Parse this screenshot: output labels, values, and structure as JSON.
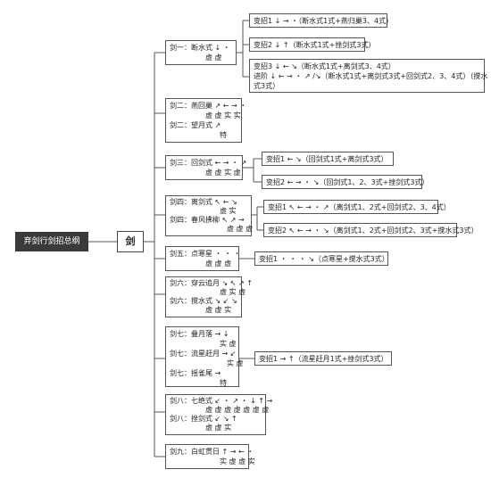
{
  "root": "弃剑行剑招总纲",
  "hub": "剑",
  "nodes": [
    {
      "lines": [
        "剑一：断水式 ↓ ・",
        "　　　　　虚 虚"
      ]
    },
    {
      "lines": [
        "变招1 ↓ → ・（断水式1式+燕归巢3、4式）"
      ]
    },
    {
      "lines": [
        "变招2 ↓ ↑（断水式1式+挫剑式3式）"
      ]
    },
    {
      "lines": [
        "变招3 ↓ ← ↘（断水式1式+离剑式3、4式）",
        "进阶 ↓ ← → ・ ↗ /↘（断水式1式+离剑式3式+回剑式2、3、4式）（搅水",
        "式3式）"
      ]
    },
    {
      "lines": [
        "剑二：燕回巢 ↗ ← → ・",
        "　　　　　虚 虚 实 实",
        "剑二：望月式 ↗",
        "　　　　　　　特"
      ]
    },
    {
      "lines": [
        "剑三：回剑式 ← → ・ ↗",
        "　　　　　虚 虚 实 虚"
      ]
    },
    {
      "lines": [
        "变招1 ← ↘（回剑式1式+离剑式3式）"
      ]
    },
    {
      "lines": [
        "变招2 ← → ・ ↘（回剑式1、2、3式+挫剑式3式）"
      ]
    },
    {
      "lines": [
        "剑四：离剑式 ↖ ← ↘",
        "　　　　　　　虚 实",
        "剑四：春风拂柳 ↖ ↗ →",
        "　　　　　　　　虚 虚 虚"
      ]
    },
    {
      "lines": [
        "变招1 ↖ ← → ・ ↗（离剑式1、2式+回剑式2、3、4式）"
      ]
    },
    {
      "lines": [
        "变招2 ↖ ← → ・ ↘（离剑式1、2式+回剑式2、3式+搅水式3式）"
      ]
    },
    {
      "lines": [
        "剑五：点寒星 ・ ・ ・",
        "　　　　　虚 虚 虚"
      ]
    },
    {
      "lines": [
        "变招1 ・ ・ ・ ↘（点寒星+搅水式3式）"
      ]
    },
    {
      "lines": [
        "剑六：穿云追月 ↘ ↖ ↗ ↑",
        "　　　　　　　虚 实 虚",
        "剑六：搅水式 ↘ ↙ ↘",
        "　　　　　虚 虚 实"
      ]
    },
    {
      "lines": [
        "剑七：叠月落 → ↓",
        "　　　　　　　实 虚",
        "剑七：流星赶月 → ↙",
        "　　　　　　　　实 虚",
        "剑七：摇雀尾 →",
        "　　　　　　　特"
      ]
    },
    {
      "lines": [
        "变招1 → ↑（流星赶月1式+挫剑式3式）"
      ]
    },
    {
      "lines": [
        "剑八：七绝式 ↙ ・ ↗ ・ ↓ ↑ →",
        "　　　　　虚 虚 虚 虚 虚 虚 虚",
        "剑八：挫剑式 ↙ ↘ ↑",
        "　　　　　虚 虚 实"
      ]
    },
    {
      "lines": [
        "剑九：白虹贯日 ↑ → ← ・",
        "　　　　　　　实 虚 虚 实"
      ]
    }
  ]
}
